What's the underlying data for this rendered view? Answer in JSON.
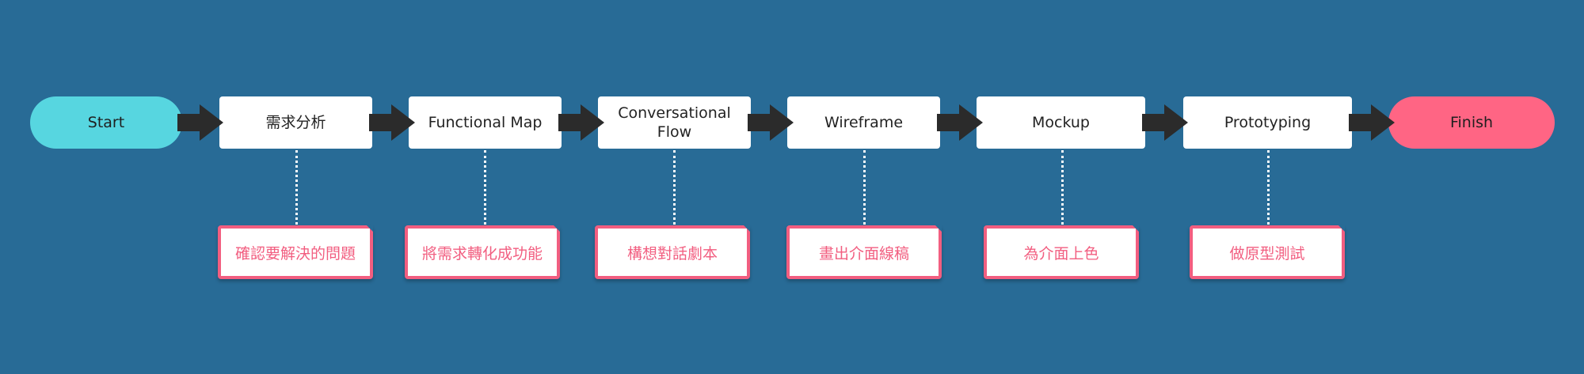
{
  "colors": {
    "background": "#286B96",
    "start": "#57D6E0",
    "finish": "#FF6584",
    "note_border": "#F25E80",
    "arrow": "#2B2B2B"
  },
  "flow": {
    "start": "Start",
    "steps": [
      {
        "label": "需求分析",
        "note": "確認要解決的問題"
      },
      {
        "label": "Functional Map",
        "note": "將需求轉化成功能"
      },
      {
        "label": "Conversational\nFlow",
        "note": "構想對話劇本"
      },
      {
        "label": "Wireframe",
        "note": "畫出介面線稿"
      },
      {
        "label": "Mockup",
        "note": "為介面上色"
      },
      {
        "label": "Prototyping",
        "note": "做原型測試"
      }
    ],
    "finish": "Finish"
  }
}
